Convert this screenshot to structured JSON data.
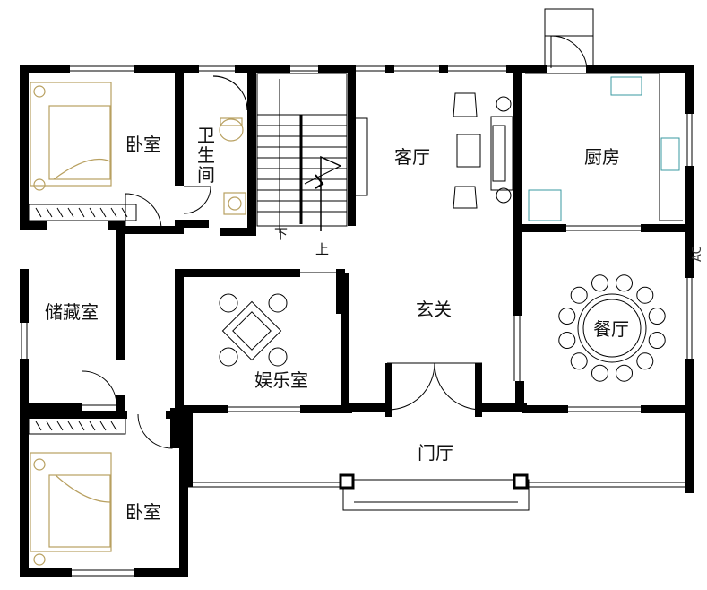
{
  "rooms": {
    "bedroom_top": "卧室",
    "bathroom": "卫生间",
    "living": "客厅",
    "kitchen": "厨房",
    "storage": "储藏室",
    "entertainment": "娱乐室",
    "foyer": "玄关",
    "dining": "餐厅",
    "hall": "门厅",
    "bedroom_bottom": "卧室"
  },
  "stairs": {
    "down": "下",
    "up": "上"
  },
  "side_mark": "AC"
}
